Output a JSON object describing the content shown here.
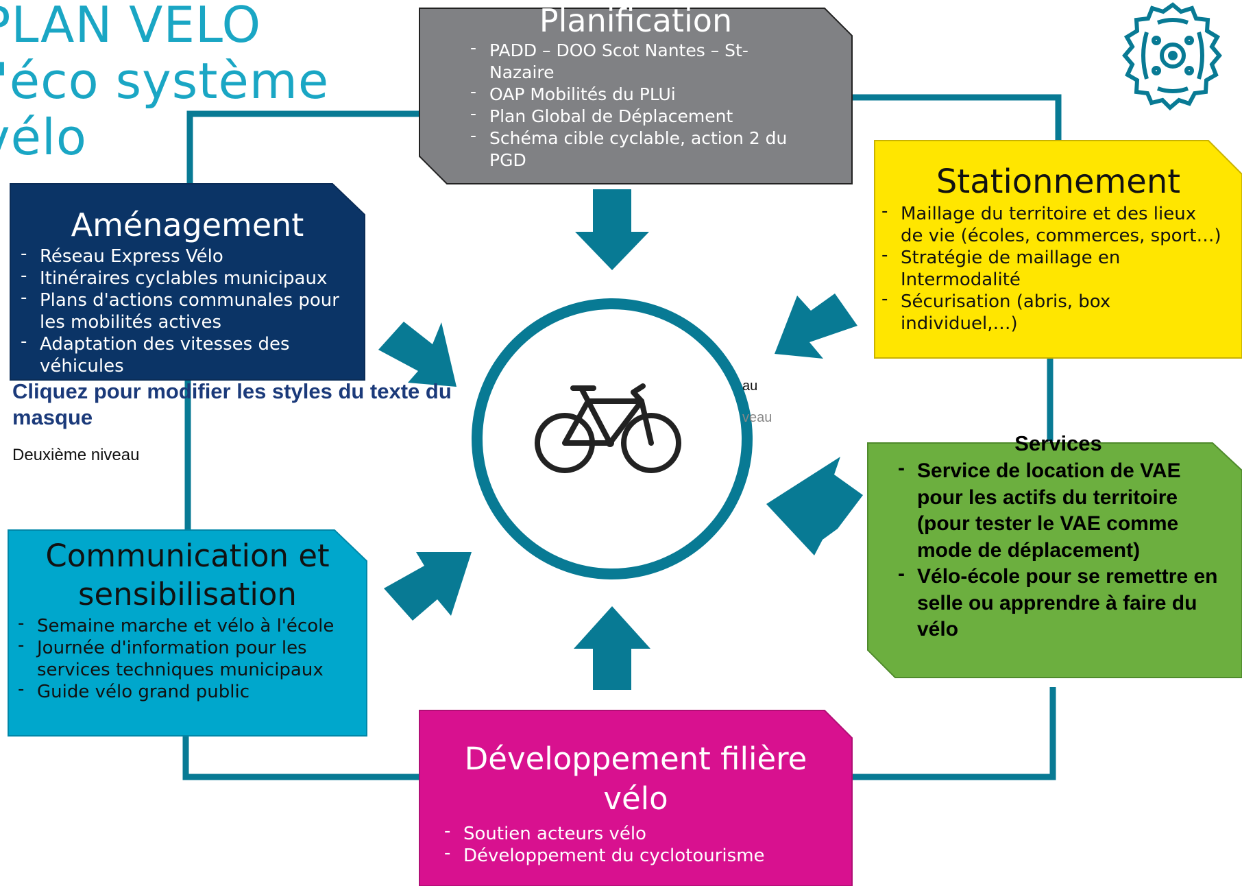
{
  "title": {
    "line1": "PLAN VELO",
    "line2": "l'éco système",
    "line3": "vélo"
  },
  "colors": {
    "teal": "#087a94",
    "title": "#1aa6c4",
    "planification": "#808184",
    "amenagement": "#0b3466",
    "stationnement": "#ffe600",
    "services": "#6caf3f",
    "communication": "#00a7cc",
    "developpement": "#d8118f"
  },
  "center_icon": "bicycle-icon",
  "corner_icon": "gear-bike-icon",
  "boxes": {
    "planification": {
      "title": "Planification",
      "items": [
        "PADD – DOO Scot Nantes – St-Nazaire",
        "OAP Mobilités du PLUi",
        "Plan Global de Déplacement",
        "Schéma cible cyclable, action 2 du PGD"
      ]
    },
    "amenagement": {
      "title": "Aménagement",
      "items": [
        "Réseau Express Vélo",
        "Itinéraires cyclables municipaux",
        "Plans d'actions communales pour les mobilités actives",
        "Adaptation des vitesses des véhicules"
      ]
    },
    "stationnement": {
      "title": "Stationnement",
      "items": [
        "Maillage du territoire et des lieux de  vie (écoles, commerces, sport…)",
        "Stratégie de maillage en Intermodalité",
        "Sécurisation (abris, box individuel,…)"
      ]
    },
    "services": {
      "title": "Services",
      "items": [
        "Service de location de VAE pour les actifs du territoire (pour tester le VAE comme mode de déplacement)",
        "Vélo-école pour se remettre en selle ou apprendre à faire du vélo"
      ]
    },
    "communication": {
      "title": "Communication et sensibilisation",
      "items": [
        "Semaine marche et vélo à l'école",
        "Journée d'information pour les services techniques municipaux",
        "Guide vélo grand public"
      ]
    },
    "developpement": {
      "title": "Développement filière vélo",
      "items": [
        "Soutien acteurs vélo",
        "Développement du cyclotourisme"
      ]
    }
  },
  "placeholder": {
    "heading": "Cliquez pour modifier les styles du texte du masque",
    "level2": "Deuxième niveau",
    "right1": "au",
    "right2": "veau"
  }
}
